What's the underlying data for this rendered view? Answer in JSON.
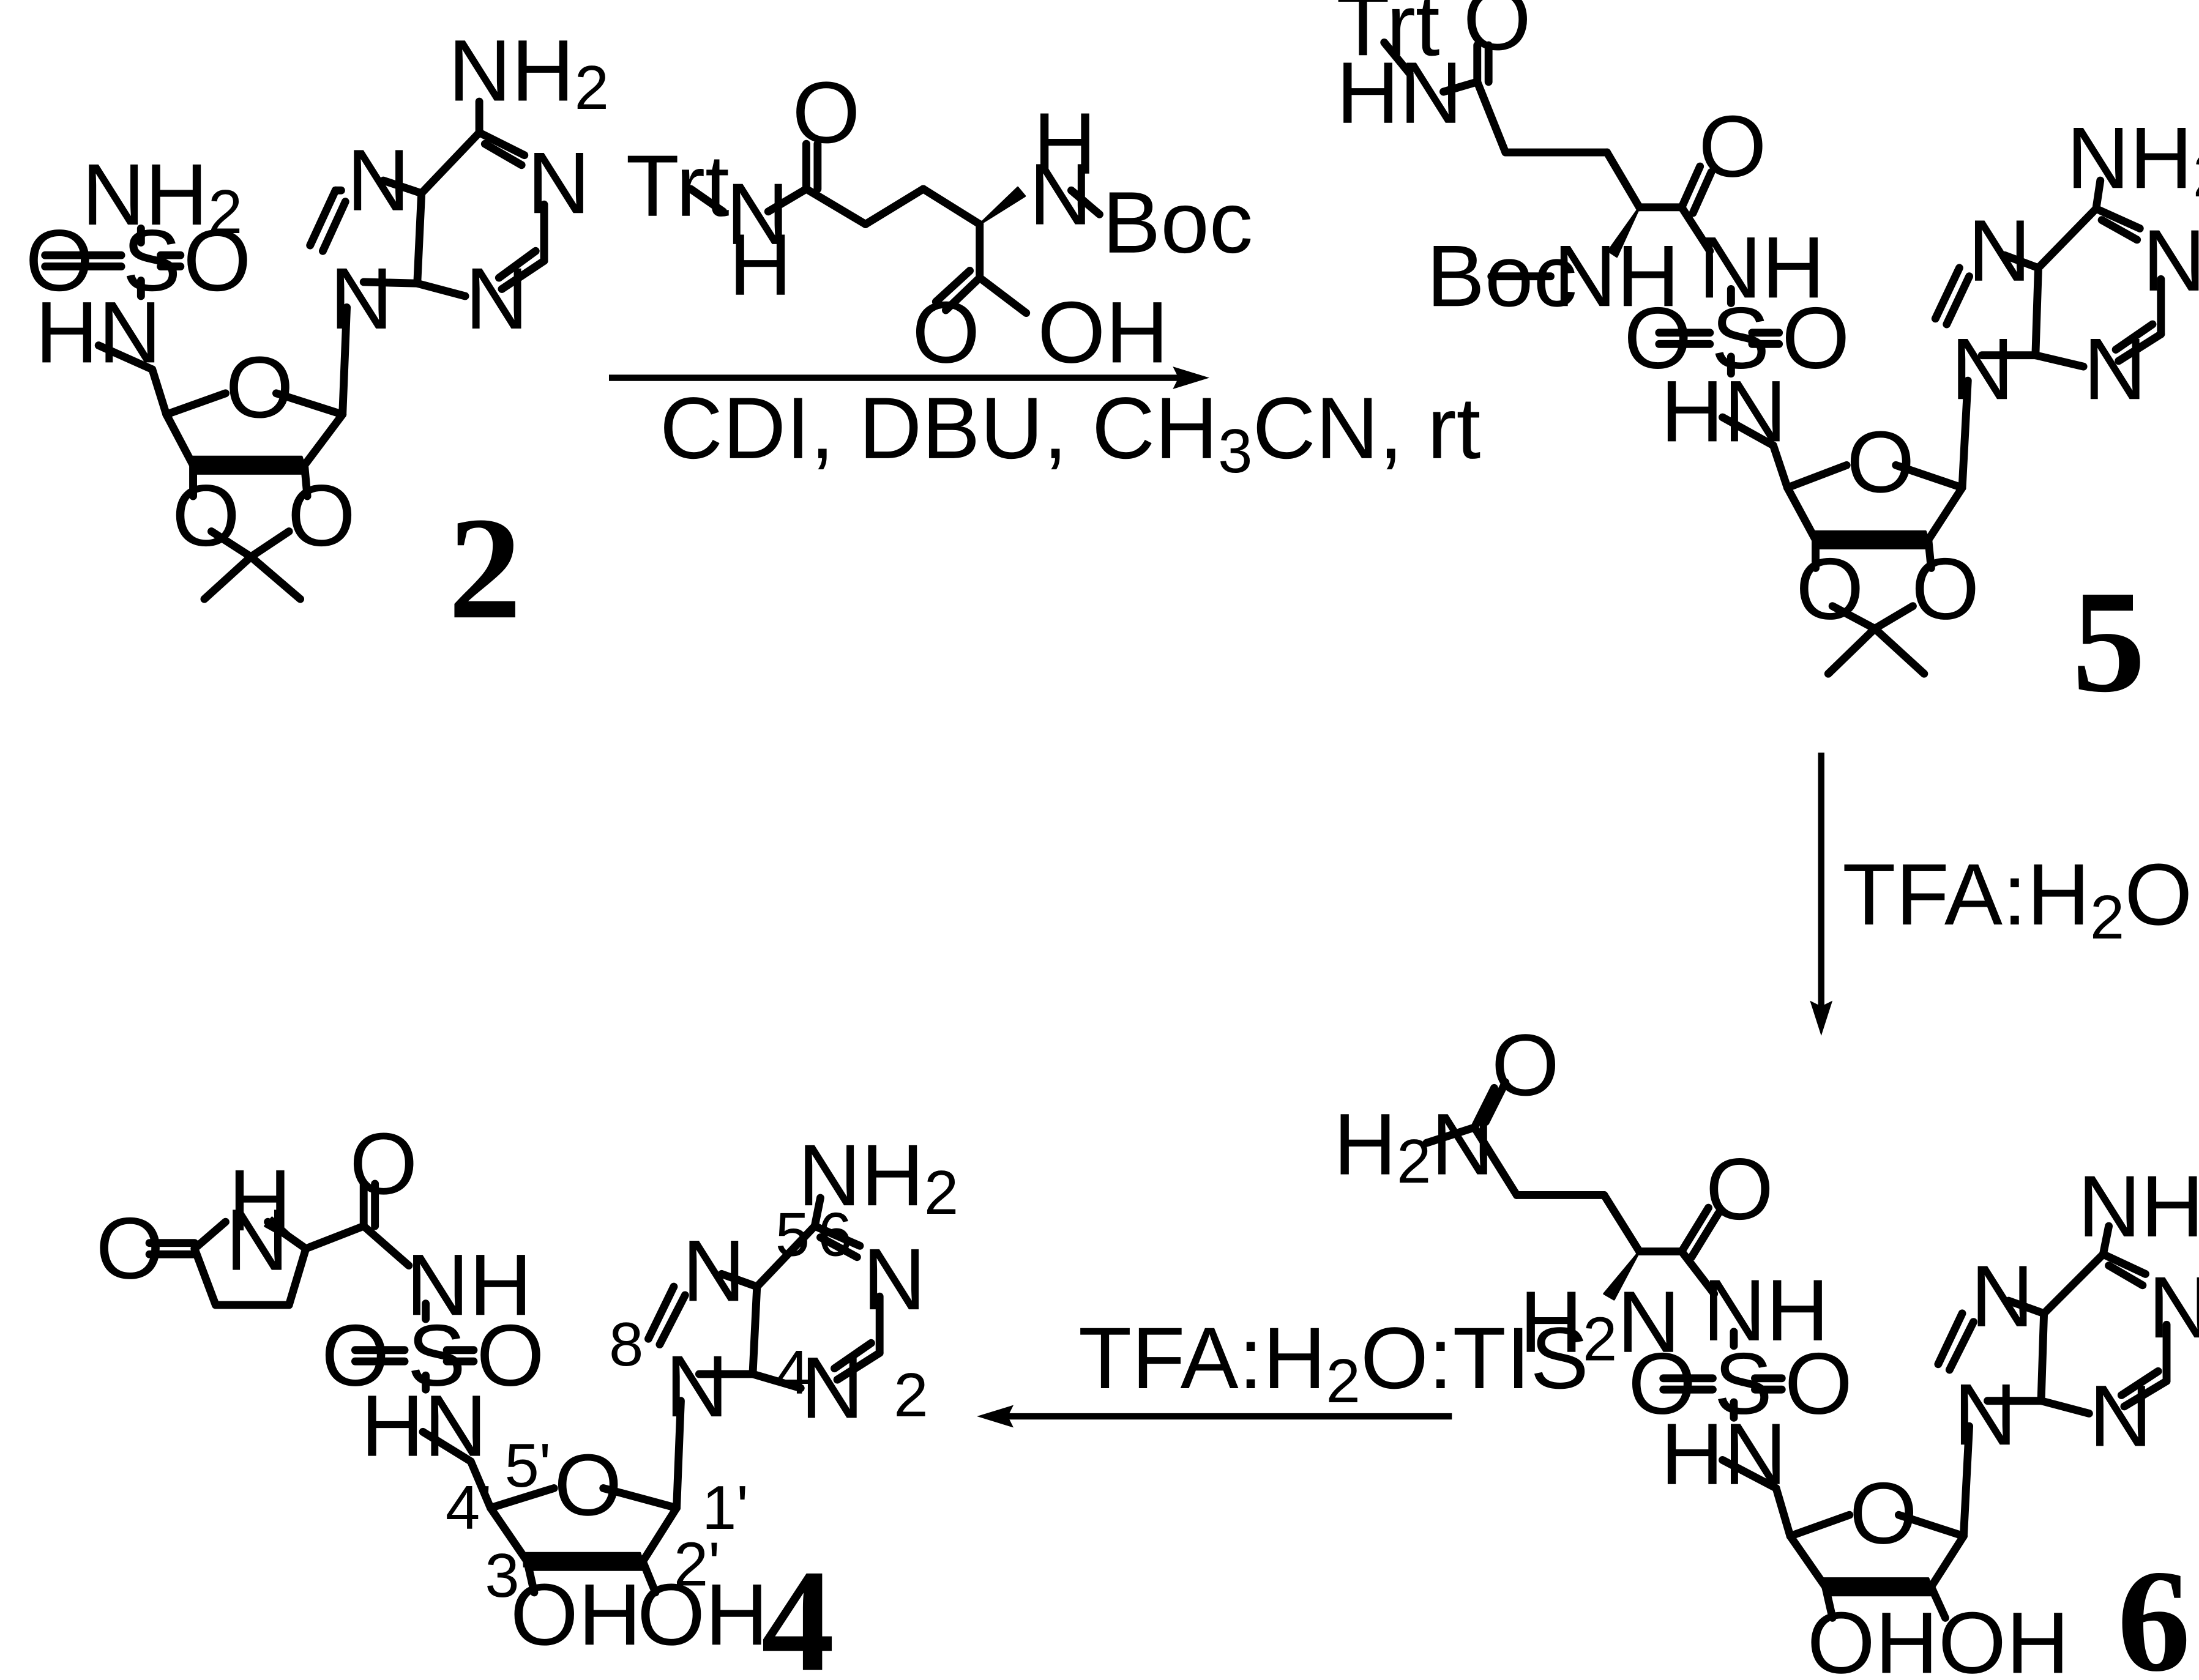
{
  "compounds": {
    "c2": "2",
    "c5": "5",
    "c6": "6",
    "c4": "4"
  },
  "reagents": {
    "r1": {
      "pre": "CDI, DBU, CH",
      "sub": "3",
      "post": "CN, rt"
    },
    "r2": {
      "pre": "TFA:H",
      "sub": "2",
      "post": "O:TIS, rt"
    },
    "r3": {
      "pre": "TFA:H",
      "sub": "2",
      "post": "O:TIS"
    }
  },
  "atoms": {
    "nh2_main": "NH",
    "sub2": "2",
    "h2_pre": "H",
    "n": "N",
    "o": "O",
    "s": "S",
    "hn": "HN",
    "nh": "NH",
    "oh": "OH",
    "h": "H",
    "trt": "Trt",
    "boc": "Boc"
  },
  "numbering": {
    "n2": "2",
    "n4": "4",
    "n5": "5",
    "n6": "6",
    "n8": "8",
    "n1p": "1'",
    "n2p": "2'",
    "n3p": "3'",
    "n4p": "4'",
    "n5p": "5'"
  }
}
